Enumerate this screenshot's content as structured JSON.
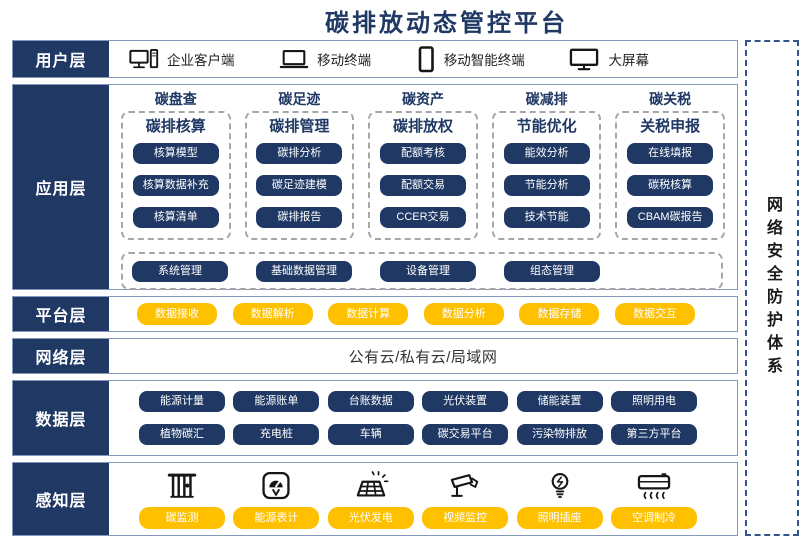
{
  "title": "碳排放动态管控平台",
  "security": {
    "label": "网络安全防护体系"
  },
  "colors": {
    "navy": "#1F3864",
    "orange": "#FFC000",
    "row_border": "#8497B8",
    "dashed_gray": "#A6A6A6",
    "security_border": "#34558B"
  },
  "layers": {
    "user": {
      "label": "用户层",
      "items": [
        {
          "icon": "desktop-pc-icon",
          "label": "企业客户端"
        },
        {
          "icon": "laptop-icon",
          "label": "移动终端"
        },
        {
          "icon": "tablet-icon",
          "label": "移动智能终端"
        },
        {
          "icon": "big-screen-icon",
          "label": "大屏幕"
        }
      ]
    },
    "app": {
      "label": "应用层",
      "columns": [
        {
          "header": "碳盘查",
          "subtitle": "碳排核算",
          "buttons": [
            "核算模型",
            "核算数据补充",
            "核算清单"
          ]
        },
        {
          "header": "碳足迹",
          "subtitle": "碳排管理",
          "buttons": [
            "碳排分析",
            "碳足迹建模",
            "碳排报告"
          ]
        },
        {
          "header": "碳资产",
          "subtitle": "碳排放权",
          "buttons": [
            "配额考核",
            "配额交易",
            "CCER交易"
          ]
        },
        {
          "header": "碳减排",
          "subtitle": "节能优化",
          "buttons": [
            "能效分析",
            "节能分析",
            "技术节能"
          ]
        },
        {
          "header": "碳关税",
          "subtitle": "关税申报",
          "buttons": [
            "在线填报",
            "碳税核算",
            "CBAM碳报告"
          ]
        }
      ],
      "management_buttons": [
        "系统管理",
        "基础数据管理",
        "设备管理",
        "组态管理"
      ]
    },
    "platform": {
      "label": "平台层",
      "buttons": [
        "数据接收",
        "数据解析",
        "数据计算",
        "数据分析",
        "数据存储",
        "数据交互"
      ]
    },
    "network": {
      "label": "网络层",
      "content": "公有云/私有云/局域网"
    },
    "data": {
      "label": "数据层",
      "row1": [
        "能源计量",
        "能源账单",
        "台账数据",
        "光伏装置",
        "储能装置",
        "照明用电"
      ],
      "row2": [
        "植物碳汇",
        "充电桩",
        "车辆",
        "碳交易平台",
        "污染物排放",
        "第三方平台"
      ]
    },
    "perception": {
      "label": "感知层",
      "items": [
        {
          "icon": "carbon-monitor-icon",
          "label": "碳监测"
        },
        {
          "icon": "energy-meter-icon",
          "label": "能源表计"
        },
        {
          "icon": "solar-panel-icon",
          "label": "光伏发电"
        },
        {
          "icon": "cctv-camera-icon",
          "label": "视频监控"
        },
        {
          "icon": "light-bulb-icon",
          "label": "照明插座"
        },
        {
          "icon": "air-conditioner-icon",
          "label": "空调制冷"
        }
      ]
    }
  }
}
